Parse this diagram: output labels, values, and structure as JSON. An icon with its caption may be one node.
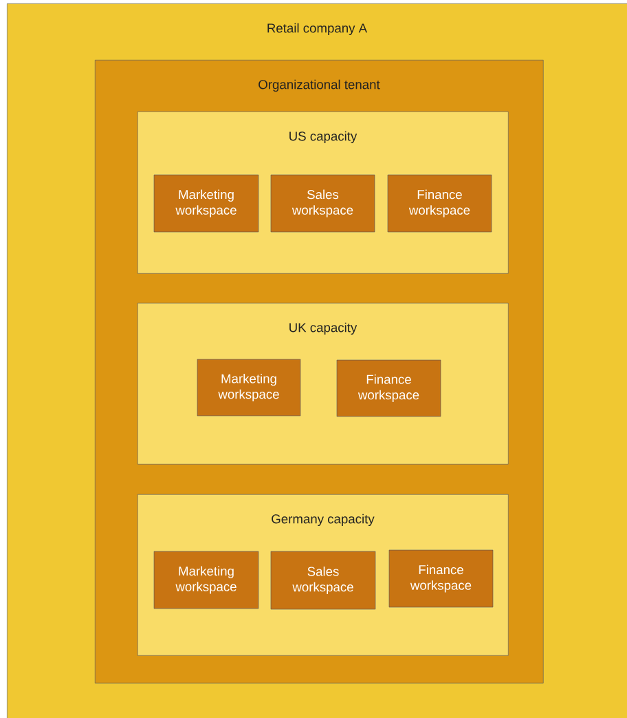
{
  "diagram": {
    "nodes": [
      {
        "text": [
          "Retail company A"
        ]
      },
      {
        "text": [
          "Organizational tenant"
        ],
        "in": 0
      },
      {
        "text": [
          "US capacity"
        ],
        "in": 1
      },
      {
        "text": [
          "Marketing workspace"
        ],
        "in": 2
      },
      {
        "text": [
          "Sales workspace"
        ],
        "in": 2
      },
      {
        "text": [
          "Finance workspace"
        ],
        "in": 2
      },
      {
        "text": [
          "UK capacity"
        ],
        "in": 1
      },
      {
        "text": [
          "Marketing workspace"
        ],
        "in": 6
      },
      {
        "text": [
          "Finance workspace"
        ],
        "in": 6
      },
      {
        "text": [
          "Germany capacity"
        ],
        "in": 1
      },
      {
        "text": [
          "Marketing workspace"
        ],
        "in": 9
      },
      {
        "text": [
          "Sales workspace"
        ],
        "in": 9
      },
      {
        "text": [
          "Finance workspace"
        ],
        "in": 9
      }
    ]
  }
}
